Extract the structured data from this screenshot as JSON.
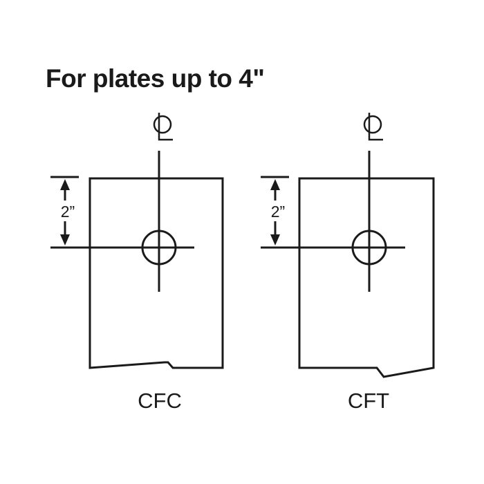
{
  "title": "For plates up to 4\"",
  "colors": {
    "ink": "#1a1a1a",
    "background": "#ffffff"
  },
  "centerline_symbol": "centerline-symbol",
  "panels": [
    {
      "label": "CFC",
      "dimension": "2”"
    },
    {
      "label": "CFT",
      "dimension": "2”"
    }
  ]
}
